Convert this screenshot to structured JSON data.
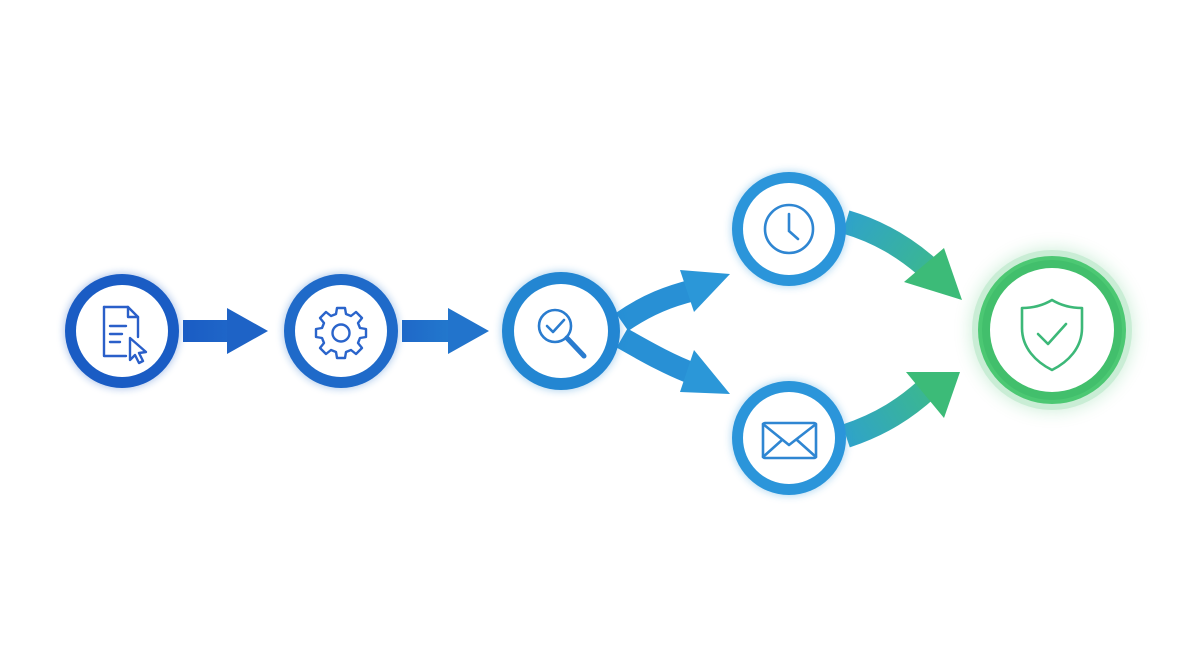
{
  "diagram": {
    "type": "process-flow",
    "colors": {
      "deep_blue": "#1a5cc4",
      "mid_blue": "#2277cc",
      "light_blue": "#2b8fd6",
      "teal": "#33a6b8",
      "green": "#3fbf6a",
      "icon_blue": "#2a6fcf",
      "icon_green": "#3cb878"
    },
    "nodes": [
      {
        "id": "submit",
        "icon": "document-cursor-icon",
        "ring": "#1a5cc4",
        "icon_color": "#2a5fc9"
      },
      {
        "id": "process",
        "icon": "gear-icon",
        "ring": "#1f6ac9",
        "icon_color": "#2a64cb"
      },
      {
        "id": "review",
        "icon": "magnifier-check-icon",
        "ring": "#2386d2",
        "icon_color": "#2a7ccf"
      },
      {
        "id": "schedule",
        "icon": "clock-icon",
        "ring": "#2b95da",
        "icon_color": "#2f86d2"
      },
      {
        "id": "notify",
        "icon": "envelope-icon",
        "ring": "#2b95da",
        "icon_color": "#2f86d2"
      },
      {
        "id": "approved",
        "icon": "shield-check-icon",
        "ring": "#3fbf6a",
        "icon_color": "#3cb878"
      }
    ],
    "edges": [
      {
        "from": "submit",
        "to": "process",
        "style": "straight"
      },
      {
        "from": "process",
        "to": "review",
        "style": "straight"
      },
      {
        "from": "review",
        "to": "schedule",
        "style": "curved"
      },
      {
        "from": "review",
        "to": "notify",
        "style": "curved"
      },
      {
        "from": "schedule",
        "to": "approved",
        "style": "curved"
      },
      {
        "from": "notify",
        "to": "approved",
        "style": "curved"
      }
    ]
  }
}
